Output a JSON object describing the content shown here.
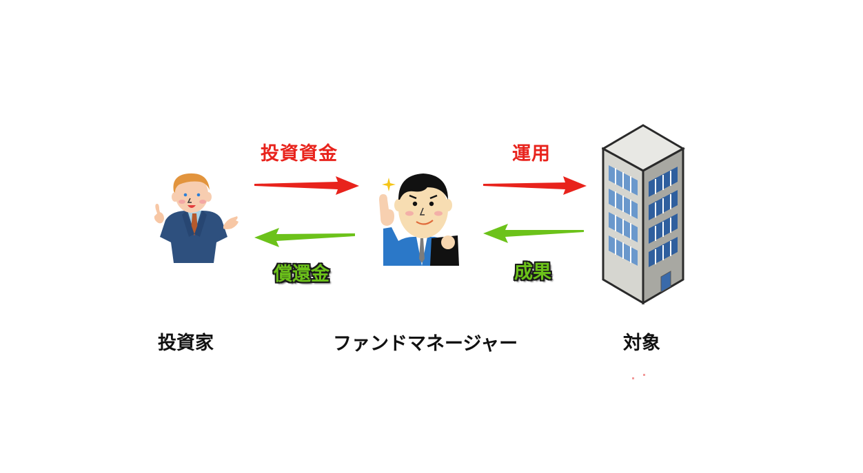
{
  "diagram": {
    "nodes": [
      {
        "id": "investor",
        "label": "投資家",
        "icon": "businessman-icon"
      },
      {
        "id": "fund_manager",
        "label": "ファンドマネージャー",
        "icon": "fund-manager-icon"
      },
      {
        "id": "target",
        "label": "対象",
        "icon": "building-icon"
      }
    ],
    "edges": [
      {
        "from": "investor",
        "to": "fund_manager",
        "label": "投資資金",
        "color": "#e8231c",
        "direction": "right"
      },
      {
        "from": "fund_manager",
        "to": "investor",
        "label": "償還金",
        "color": "#6cc21a",
        "direction": "left"
      },
      {
        "from": "fund_manager",
        "to": "target",
        "label": "運用",
        "color": "#e8231c",
        "direction": "right"
      },
      {
        "from": "target",
        "to": "fund_manager",
        "label": "成果",
        "color": "#6cc21a",
        "direction": "left"
      }
    ]
  },
  "colors": {
    "red": "#e8231c",
    "green": "#6cc21a",
    "text": "#111111"
  }
}
